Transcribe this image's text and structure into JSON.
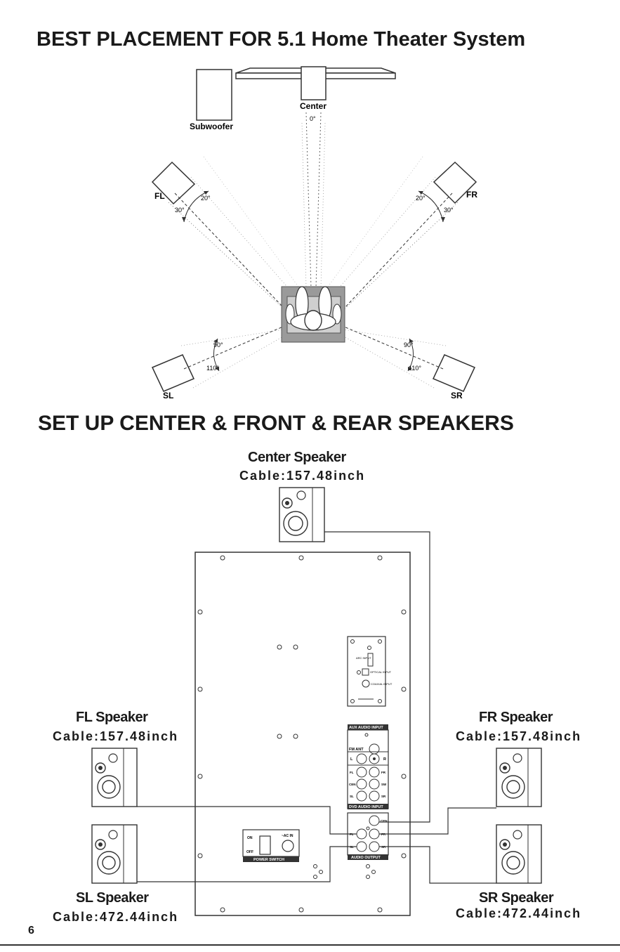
{
  "headings": {
    "placement": "BEST PLACEMENT FOR 5.1 Home Theater System",
    "setup": "SET UP CENTER & FRONT & REAR SPEAKERS"
  },
  "placement": {
    "center": "Center",
    "center_angle": "0°",
    "subwoofer": "Subwoofer",
    "fl": "FL",
    "fr": "FR",
    "sl": "SL",
    "sr": "SR",
    "angle_20": "20°",
    "angle_30": "30°",
    "angle_90": "90°",
    "angle_110": "110°"
  },
  "speakers": {
    "center": {
      "title": "Center Speaker",
      "cable": "Cable:157.48inch"
    },
    "fl": {
      "title": "FL Speaker",
      "cable": "Cable:157.48inch"
    },
    "fr": {
      "title": "FR Speaker",
      "cable": "Cable:157.48inch"
    },
    "sl": {
      "title": "SL Speaker",
      "cable": "Cable:472.44inch"
    },
    "sr": {
      "title": "SR Speaker",
      "cable": "Cable:472.44inch"
    }
  },
  "panel": {
    "arc_input": "ARC INPUT",
    "optical_input": "OPTICAL INPUT",
    "coaxial_input": "COAXIAL INPUT",
    "aux_audio_input": "AUX AUDIO INPUT",
    "fm_ant": "FM ANT",
    "l": "L",
    "r": "R",
    "fl": "FL",
    "fr": "FR",
    "cen": "CEN",
    "sw": "SW",
    "sl": "SL",
    "sr": "SR",
    "dvd_audio_input": "DVD AUDIO INPUT",
    "audio_output": "AUDIO OUTPUT",
    "on": "ON",
    "off": "OFF",
    "ac_in": "~AC IN",
    "power_switch": "POWER SWITCH"
  },
  "page_number": "6"
}
